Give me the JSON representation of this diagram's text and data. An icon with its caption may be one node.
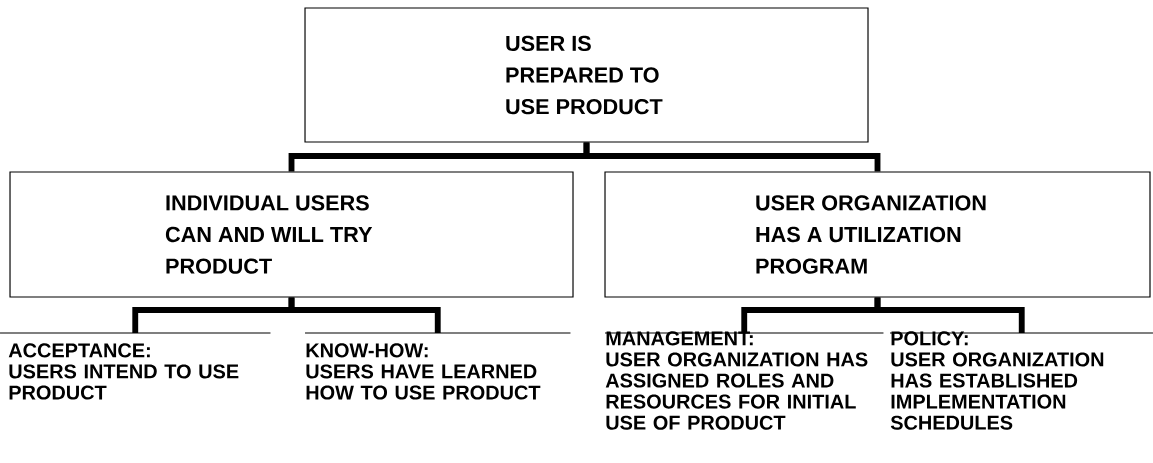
{
  "diagram": {
    "nodes": [
      {
        "text": [
          "USER IS PREPARED TO USE PRODUCT"
        ]
      },
      {
        "text": [
          "INDIVIDUAL USERS CAN AND WILL TRY PRODUCT"
        ]
      },
      {
        "text": [
          "USER ORGANIZATION HAS A UTILIZATION PROGRAM"
        ]
      },
      {
        "text": [
          "ACCEPTANCE:",
          "USERS INTEND TO USE PRODUCT"
        ]
      },
      {
        "text": [
          "KNOW-HOW:",
          "USERS HAVE LEARNED HOW TO USE PRODUCT"
        ]
      },
      {
        "text": [
          "MANAGEMENT:",
          "USER ORGANIZATION HAS ASSIGNED ROLES AND RESOURCES FOR INITIAL USE OF PRODUCT"
        ]
      },
      {
        "text": [
          "POLICY:",
          "USER ORGANIZATION HAS ESTABLISHED IMPLEMENTATION SCHEDULES"
        ]
      }
    ],
    "edges": [
      {
        "from": 0,
        "to": 1,
        "arrow": "none"
      },
      {
        "from": 0,
        "to": 2,
        "arrow": "none"
      },
      {
        "from": 1,
        "to": 3,
        "arrow": "none"
      },
      {
        "from": 1,
        "to": 4,
        "arrow": "none"
      },
      {
        "from": 2,
        "to": 5,
        "arrow": "none"
      },
      {
        "from": 2,
        "to": 6,
        "arrow": "none"
      }
    ]
  }
}
